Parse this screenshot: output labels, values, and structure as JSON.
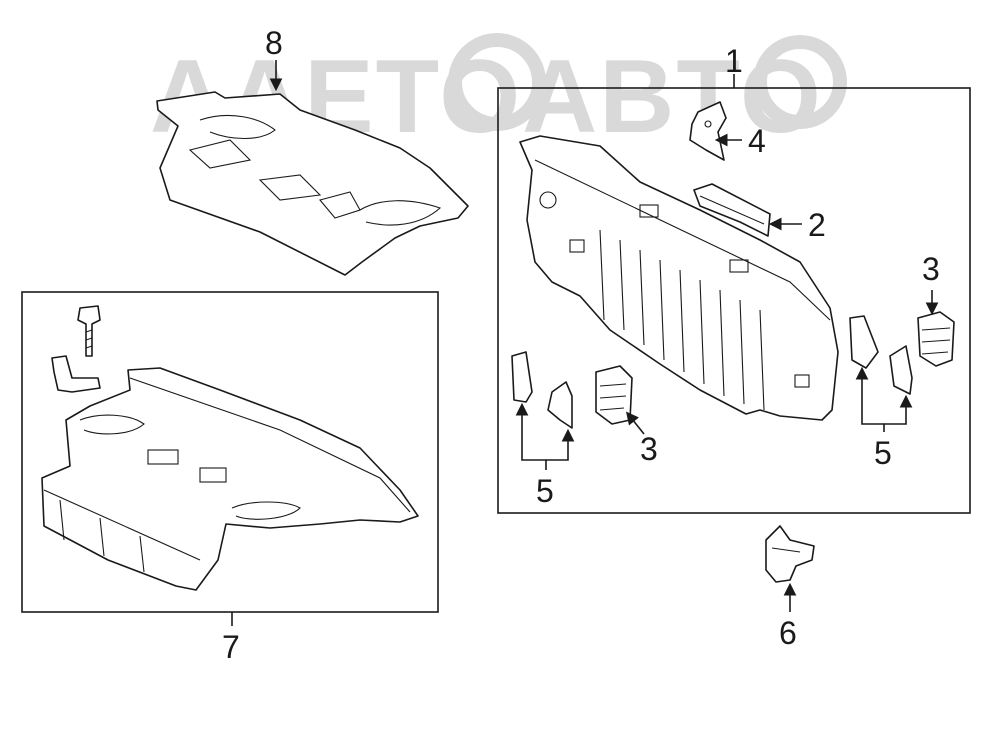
{
  "watermark": {
    "text": "AAETOABTO"
  },
  "callouts": {
    "c1": "1",
    "c2": "2",
    "c3a": "3",
    "c3b": "3",
    "c4": "4",
    "c5a": "5",
    "c5b": "5",
    "c6": "6",
    "c7": "7",
    "c8": "8"
  },
  "colors": {
    "line": "#1a1a1a",
    "watermark": "#d9d9d9",
    "background": "#ffffff"
  }
}
